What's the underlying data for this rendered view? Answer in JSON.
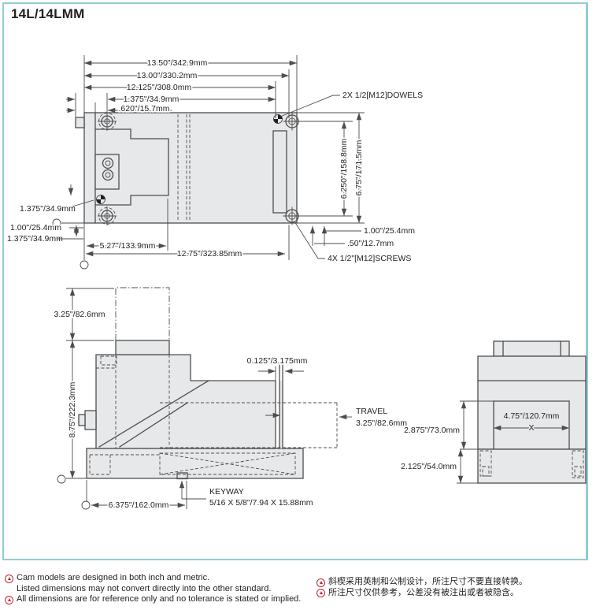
{
  "title": "14L/14LMM",
  "colors": {
    "border": "#93ccd1",
    "line": "#4d4d4f",
    "fill": "#e7e8e9",
    "note_red": "#c4262e",
    "text": "#231f20"
  },
  "top_view": {
    "dim_overall": "13.50\"/342.9mm",
    "dim_1300": "13.00\"/330.2mm",
    "dim_12125": "12.125\"/308.0mm",
    "dim_1375_top": "1.375\"/34.9mm",
    "dim_620": ".620\"/15.7mm",
    "label_dowels": "2X 1/2[M12]DOWELS",
    "dim_6250": "6.250\"/158.8mm",
    "dim_675": "6.75\"/171.5mm",
    "dim_100_right": "1.00\"/25.4mm",
    "dim_50": ".50\"/12.7mm",
    "label_screws": "4X 1/2\"[M12]SCREWS",
    "dim_1375_left_upper": "1.375\"/34.9mm",
    "dim_100_left": "1.00\"/25.4mm",
    "dim_1375_left_lower": "1.375\"/34.9mm",
    "dim_527": "5.27\"/133.9mm",
    "dim_1275": "12.75\"/323.85mm"
  },
  "side_view": {
    "dim_325_top": "3.25\"/82.6mm",
    "dim_875": "8.75\"/222.3mm",
    "dim_0125": "0.125\"/3.175mm",
    "travel_label": "TRAVEL",
    "travel_value": "3.25\"/82.6mm",
    "keyway_label": "KEYWAY",
    "keyway_value": "5/16 X 5/8\"/7.94 X 15.88mm",
    "dim_6375": "6.375\"/162.0mm"
  },
  "end_view": {
    "dim_475": "4.75\"/120.7mm",
    "dim_x": "X",
    "dim_2875": "2.875\"/73.0mm",
    "dim_2125": "2.125\"/54.0mm"
  },
  "notes_en": [
    {
      "icon": true,
      "text": "Cam models are designed in both inch and metric."
    },
    {
      "icon": false,
      "text": "Listed dimensions may not convert directly into the other standard."
    },
    {
      "icon": true,
      "text": "All dimensions are for reference only and no tolerance is stated or implied."
    }
  ],
  "notes_zh": [
    {
      "icon": true,
      "text": "斜楔采用英制和公制设计，所注尺寸不要直接转换。"
    },
    {
      "icon": true,
      "text": "所注尺寸仅供参考，公差没有被注出或者被隐含。"
    }
  ]
}
